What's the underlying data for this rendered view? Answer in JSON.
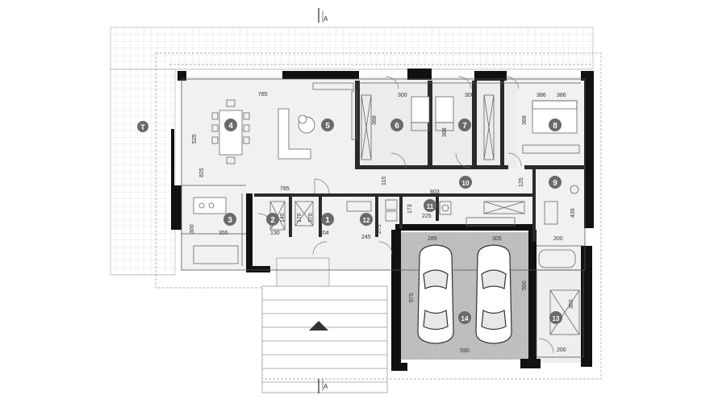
{
  "plan": {
    "section_marker": "A",
    "terrace_label": "T",
    "rooms": [
      {
        "id": "r1",
        "label": "1"
      },
      {
        "id": "r2",
        "label": "2"
      },
      {
        "id": "r3",
        "label": "3"
      },
      {
        "id": "r4",
        "label": "4"
      },
      {
        "id": "r5",
        "label": "5"
      },
      {
        "id": "r6",
        "label": "6"
      },
      {
        "id": "r7",
        "label": "7"
      },
      {
        "id": "r8",
        "label": "8"
      },
      {
        "id": "r9",
        "label": "9"
      },
      {
        "id": "r10",
        "label": "10"
      },
      {
        "id": "r11",
        "label": "11"
      },
      {
        "id": "r12",
        "label": "12"
      },
      {
        "id": "r13",
        "label": "13"
      },
      {
        "id": "r14",
        "label": "14"
      }
    ],
    "dimensions": [
      {
        "id": "d785a",
        "text": "785"
      },
      {
        "id": "d525",
        "text": "525"
      },
      {
        "id": "d825",
        "text": "825"
      },
      {
        "id": "d785b",
        "text": "785"
      },
      {
        "id": "d115",
        "text": "115"
      },
      {
        "id": "d803",
        "text": "803"
      },
      {
        "id": "d300a",
        "text": "300"
      },
      {
        "id": "d368a",
        "text": "368"
      },
      {
        "id": "d300b",
        "text": "300"
      },
      {
        "id": "d368b",
        "text": "368"
      },
      {
        "id": "d386a",
        "text": "386"
      },
      {
        "id": "d368c",
        "text": "368"
      },
      {
        "id": "d386b",
        "text": "386"
      },
      {
        "id": "d370",
        "text": "370"
      },
      {
        "id": "d300c",
        "text": "300"
      },
      {
        "id": "d355",
        "text": "355"
      },
      {
        "id": "d140",
        "text": "140"
      },
      {
        "id": "d130",
        "text": "130"
      },
      {
        "id": "d170",
        "text": "170"
      },
      {
        "id": "d204",
        "text": "204"
      },
      {
        "id": "d245",
        "text": "245"
      },
      {
        "id": "d275",
        "text": "275"
      },
      {
        "id": "d173",
        "text": "173"
      },
      {
        "id": "d225",
        "text": "225"
      },
      {
        "id": "d125",
        "text": "125"
      },
      {
        "id": "d435",
        "text": "435"
      },
      {
        "id": "d200a",
        "text": "200"
      },
      {
        "id": "d285",
        "text": "285"
      },
      {
        "id": "d305",
        "text": "305"
      },
      {
        "id": "d575",
        "text": "575"
      },
      {
        "id": "d550",
        "text": "550"
      },
      {
        "id": "d590",
        "text": "590"
      },
      {
        "id": "d360",
        "text": "360"
      },
      {
        "id": "d200b",
        "text": "200"
      }
    ]
  }
}
